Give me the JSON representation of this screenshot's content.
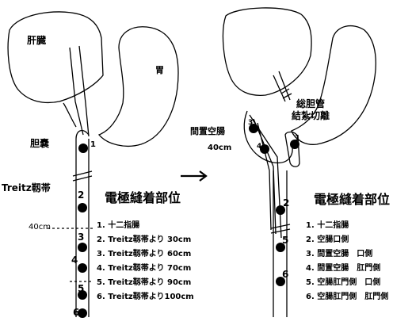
{
  "left_figure": {
    "organ_labels": {
      "liver": "肝臓",
      "stomach": "胃",
      "gallbladder": "胆嚢",
      "ligament": "Treitz靱帯"
    },
    "measure_label": "40cm",
    "title": "電極縫着部位",
    "electrode_numbers": [
      "1",
      "2",
      "3",
      "4",
      "5",
      "6"
    ],
    "sites": [
      "1. 十二指腸",
      "2. Treitz靱帯より 30cm",
      "3. Treitz靱帯より 60cm",
      "4. Treitz靱帯より 70cm",
      "5. Treitz靱帯より 90cm",
      "6. Treitz靱帯より100cm"
    ]
  },
  "right_figure": {
    "bile_duct_line1": "総胆管",
    "bile_duct_line2": "結紮切離",
    "interposed_line1": "間置空腸",
    "interposed_line2": "40cm",
    "title": "電極縫着部位",
    "electrode_numbers": [
      "1",
      "2",
      "3",
      "4",
      "5",
      "6"
    ],
    "sites": [
      "1. 十二指腸",
      "2. 空腸口側",
      "3. 間置空腸　口側",
      "4. 間置空腸　肛門側",
      "5. 空腸肛門側　口側",
      "6. 空腸肛門側　肛門側"
    ]
  },
  "arrow_icon": "right-arrow"
}
